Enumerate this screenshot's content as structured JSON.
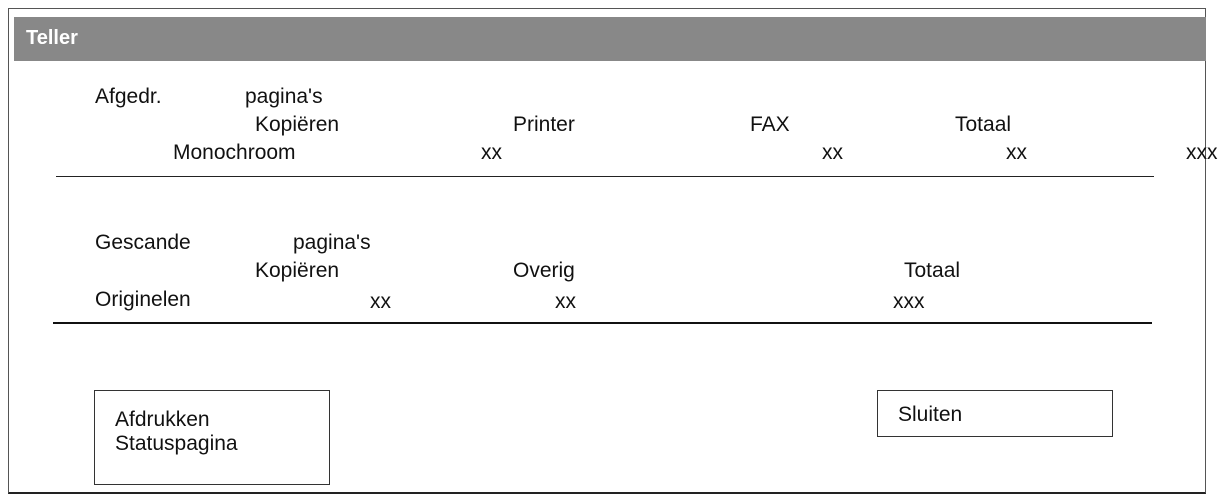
{
  "window": {
    "title": "Teller"
  },
  "printed": {
    "label": "Afgedr.",
    "label_2": "pagina's",
    "columns": [
      "Kopiëren",
      "Printer",
      "FAX",
      "Totaal"
    ],
    "row_label": "Monochroom",
    "values": [
      "xx",
      "xx",
      "xx",
      "xxx"
    ]
  },
  "scanned": {
    "label": "Gescande",
    "label_2": "pagina's",
    "columns": [
      "Kopiëren",
      "Overig",
      "Totaal"
    ],
    "row_label": "Originelen",
    "values": [
      "xx",
      "xx",
      "xxx"
    ]
  },
  "buttons": {
    "print_status": "Afdrukken\nStatuspagina",
    "close": "Sluiten"
  }
}
